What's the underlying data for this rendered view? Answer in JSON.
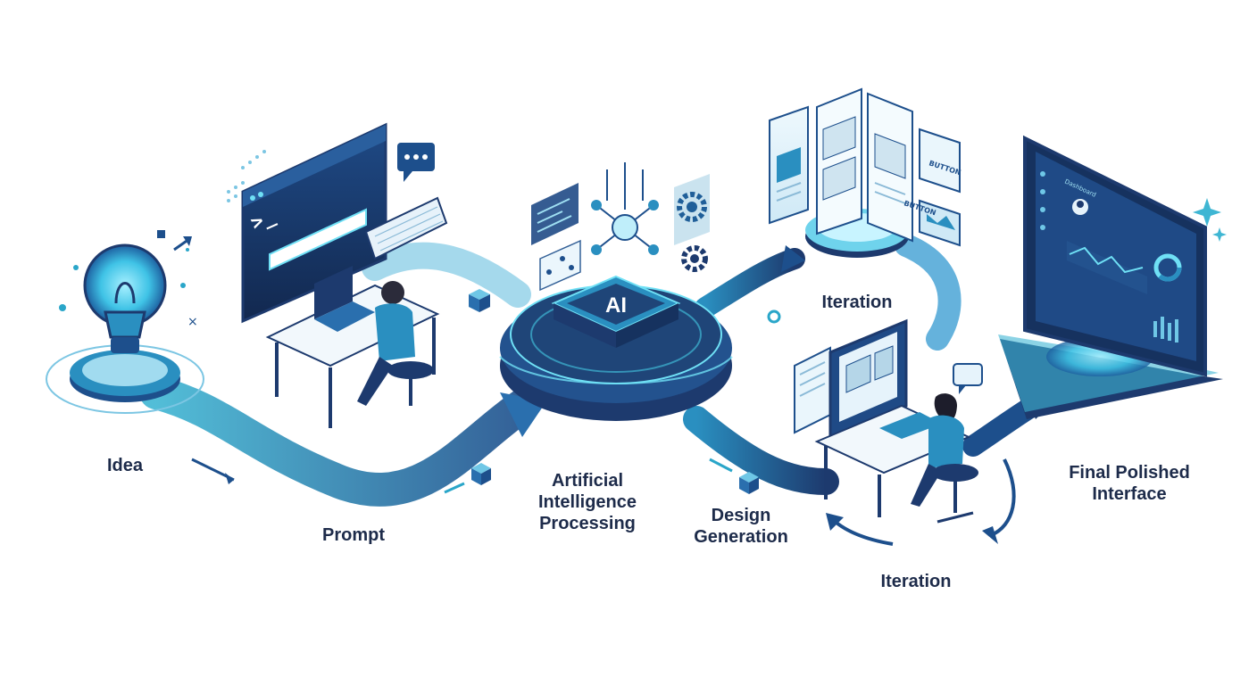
{
  "steps": {
    "idea": "Idea",
    "prompt": "Prompt",
    "ai": [
      "Artificial",
      "Intelligence",
      "Processing"
    ],
    "design": [
      "Design",
      "Generation"
    ],
    "iteration_top": "Iteration",
    "iteration_bottom": "Iteration",
    "final": [
      "Final Polished",
      "Interface"
    ]
  },
  "screens": {
    "ai_chip": "AI",
    "terminal_prompt": ">_",
    "dashboard_title": "Dashboard",
    "card_button_a": "BUTTON",
    "card_button_b": "BUTTON"
  },
  "icons": [
    "lightbulb-icon",
    "chat-bubble-icon",
    "keyboard-icon",
    "laptop-icon",
    "neural-network-icon",
    "gear-icon",
    "image-icon",
    "sparkle-icon"
  ],
  "colors": {
    "navy": "#1d3a6e",
    "teal": "#2aa6c9",
    "cyan": "#6fe0f5",
    "dark_text": "#1d2b4a"
  }
}
